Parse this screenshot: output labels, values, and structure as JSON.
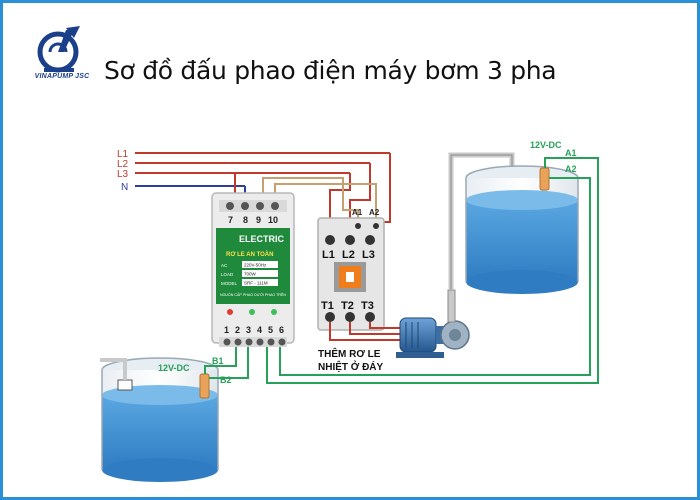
{
  "header": {
    "title": "Sơ đồ đấu phao điện máy bơm 3 pha",
    "logo_text": "VINAPUMP JSC"
  },
  "colors": {
    "frame": "#2b8fd6",
    "phase_wire": "#c0392b",
    "neutral_wire": "#2c3e9e",
    "control_wire_green": "#27a05a",
    "float_wire_tan": "#c8a070",
    "water": "#3f8fd2",
    "relay_green": "#1f8a3c"
  },
  "power_lines": [
    "L1",
    "L2",
    "L3",
    "N"
  ],
  "relay": {
    "top_terminals": [
      "7",
      "8",
      "9",
      "10"
    ],
    "bottom_terminals": [
      "1",
      "2",
      "3",
      "4",
      "5",
      "6"
    ],
    "brand": "ELECTRIC",
    "name": "RƠ LE AN TOÀN",
    "spec_labels": [
      "AC",
      "LOAD",
      "MODEL"
    ],
    "spec_values": [
      "220V-50Hz",
      "700W",
      "SRF - 111M"
    ],
    "indicator_labels": [
      "NGUỒN CẤP",
      "PHAO DƯỚI",
      "PHAO TRÊN"
    ]
  },
  "contactor": {
    "coil_labels": [
      "A1",
      "A2"
    ],
    "input_labels": [
      "L1",
      "L2",
      "L3"
    ],
    "output_labels": [
      "T1",
      "T2",
      "T3"
    ]
  },
  "upper_tank": {
    "supply_label": "12V-DC",
    "terminal_labels": [
      "A1",
      "A2"
    ]
  },
  "lower_tank": {
    "supply_label": "12V-DC",
    "terminal_labels": [
      "B1",
      "B2"
    ]
  },
  "note": {
    "line1": "THÊM RƠ LE",
    "line2": "NHIỆT Ở ĐÁY"
  }
}
